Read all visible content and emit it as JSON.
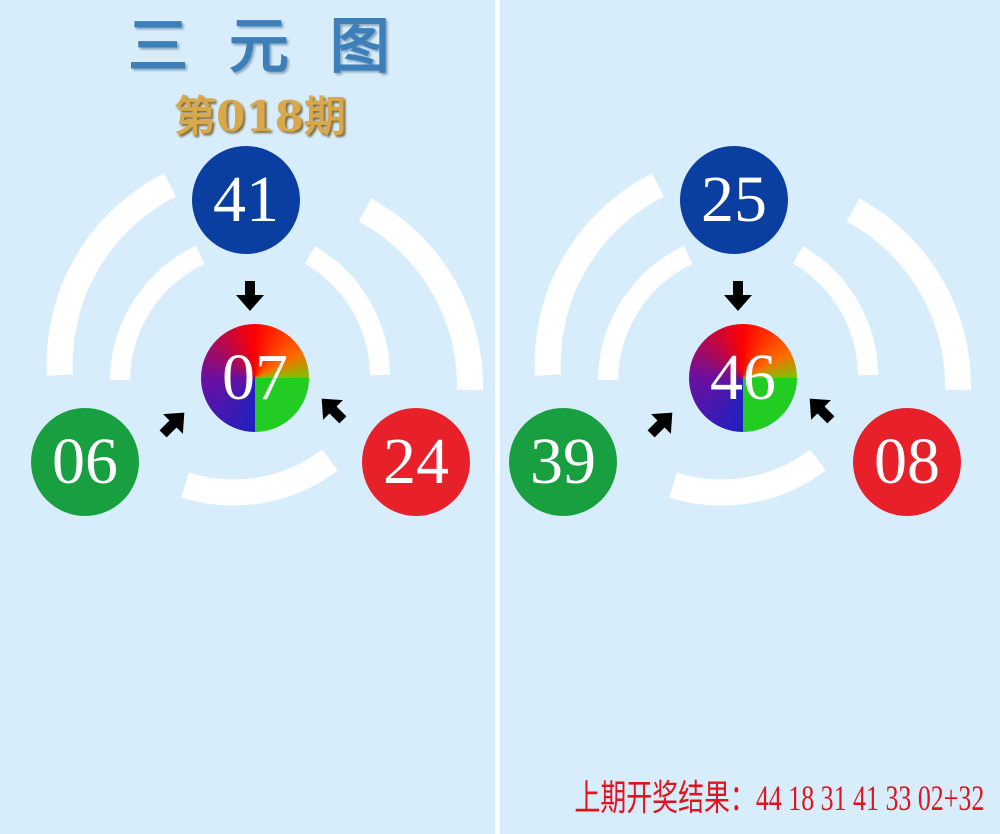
{
  "title": "三 元 图",
  "issue": "第018期",
  "panels": [
    {
      "top": "41",
      "center": "07",
      "left": "06",
      "right": "24"
    },
    {
      "top": "25",
      "center": "46",
      "left": "39",
      "right": "08"
    }
  ],
  "last_result": "上期开奖结果：44 18 31 41 33 02+32",
  "colors": {
    "top": "#0a3ea0",
    "left": "#18a040",
    "right": "#e8202a",
    "center": "conic red/green/blue",
    "background": "#d8edfb"
  }
}
